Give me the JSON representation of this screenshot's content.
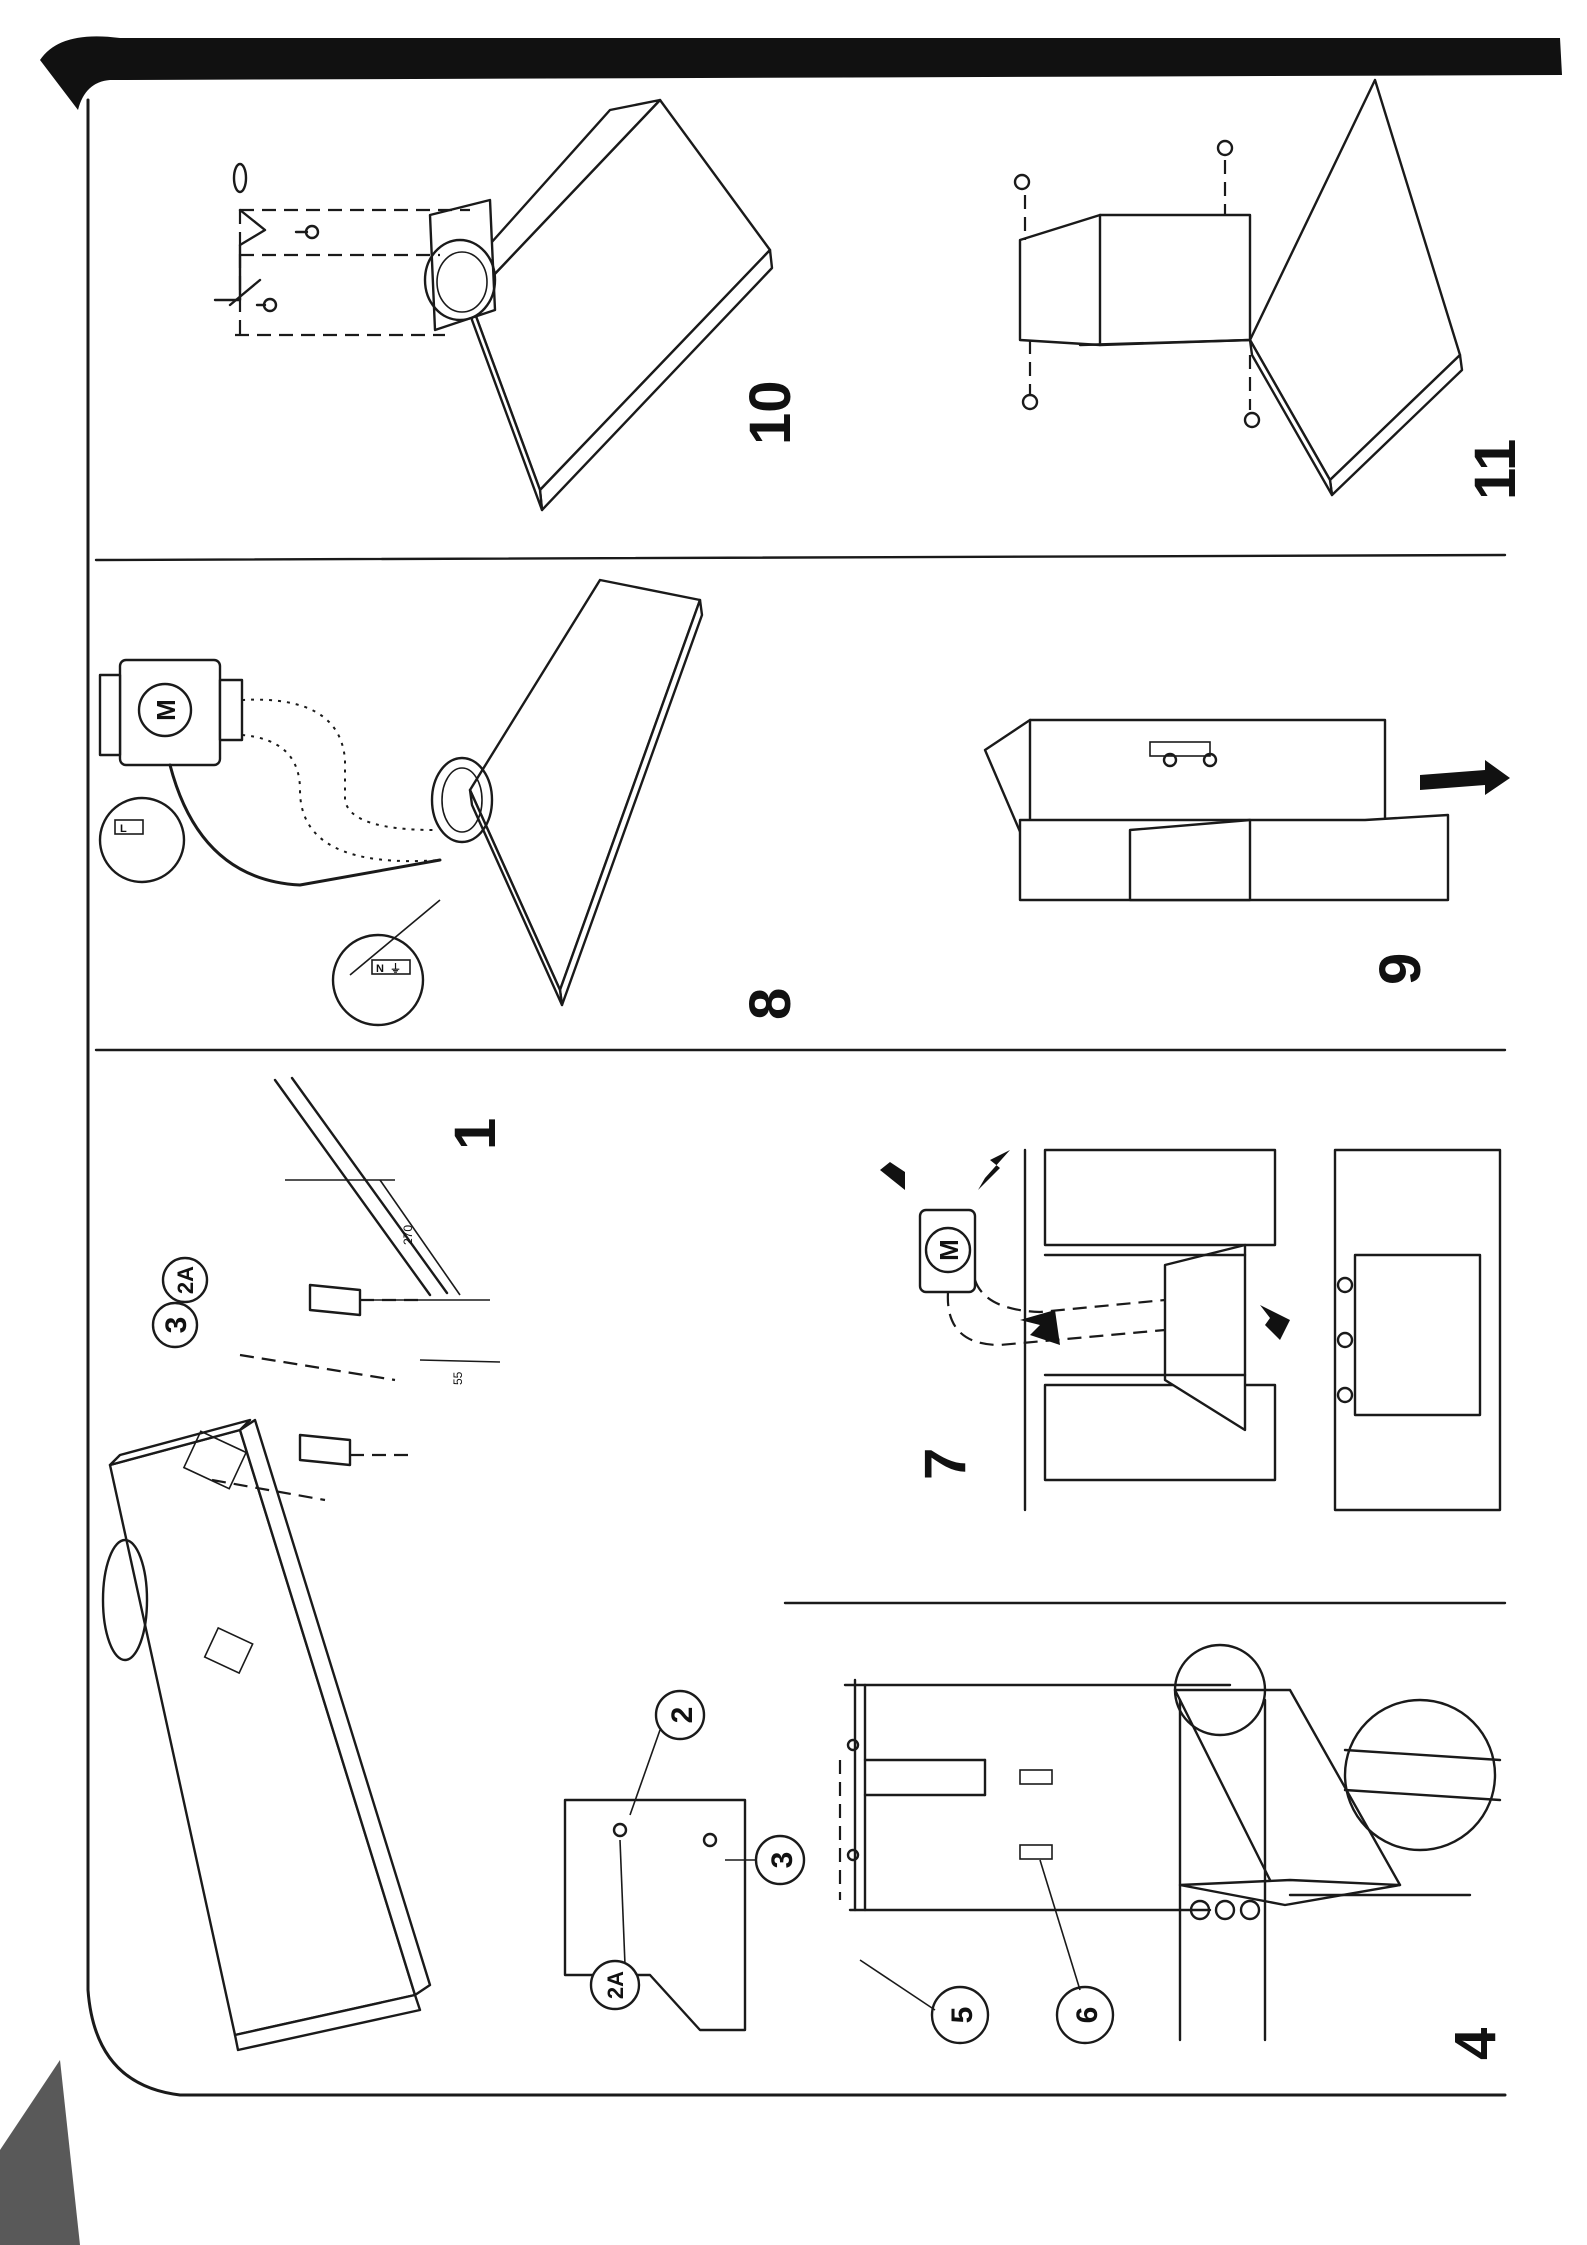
{
  "figures": {
    "fig1": {
      "number": "1",
      "callouts": {
        "c3": "3",
        "c2a": "2A"
      },
      "dims": {
        "d270": "270",
        "d55": "55"
      }
    },
    "fig2": {
      "callouts": {
        "c2": "2",
        "c2a": "2A",
        "c3": "3"
      }
    },
    "fig4": {
      "number": "4",
      "callouts": {
        "c5": "5",
        "c6": "6"
      }
    },
    "fig7": {
      "number": "7",
      "motor": "M"
    },
    "fig8": {
      "number": "8",
      "motor": "M",
      "terminal_left": "L",
      "terminal_earth": "⏚",
      "terminal_n": "N"
    },
    "fig9": {
      "number": "9"
    },
    "fig10": {
      "number": "10"
    },
    "fig11": {
      "number": "11"
    }
  },
  "colors": {
    "ink": "#1a1a1a",
    "paper": "#ffffff"
  }
}
